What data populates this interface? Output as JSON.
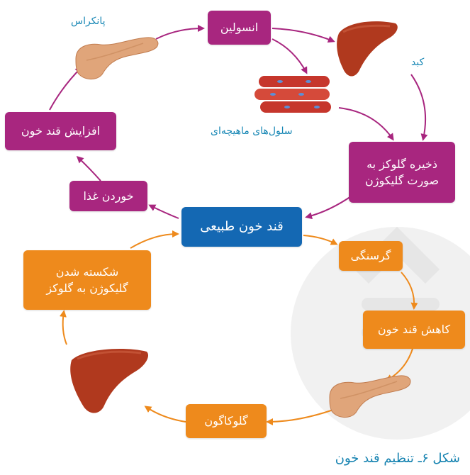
{
  "cycle": {
    "insulin": "انسولین",
    "glycogen_storage": [
      "ذخیره گلوکز به",
      "صورت گلیکوژن"
    ],
    "normal_blood_sugar": "قند خون طبیعی",
    "eating": "خوردن غذا",
    "blood_sugar_increase": "افزایش قند خون",
    "hunger": "گرسنگی",
    "blood_sugar_decrease": "کاهش قند خون",
    "glucagon": "گلوکاگون",
    "glycogen_breakdown": [
      "شکسته شدن",
      "گلیکوژن به گلوکز"
    ]
  },
  "labels": {
    "pancreas": "پانکراس",
    "liver": "کبد",
    "muscle_cells": "سلول‌های ماهیچه‌ای"
  },
  "caption": "شکل ۶ـ تنظیم قند خون",
  "colors": {
    "purple": "#a8267f",
    "orange": "#ee8a1c",
    "blue": "#1468b3",
    "label_blue": "#1787b5",
    "liver": "#b0391e",
    "pancreas": "#e0a57a",
    "muscle": "#c6362c"
  }
}
